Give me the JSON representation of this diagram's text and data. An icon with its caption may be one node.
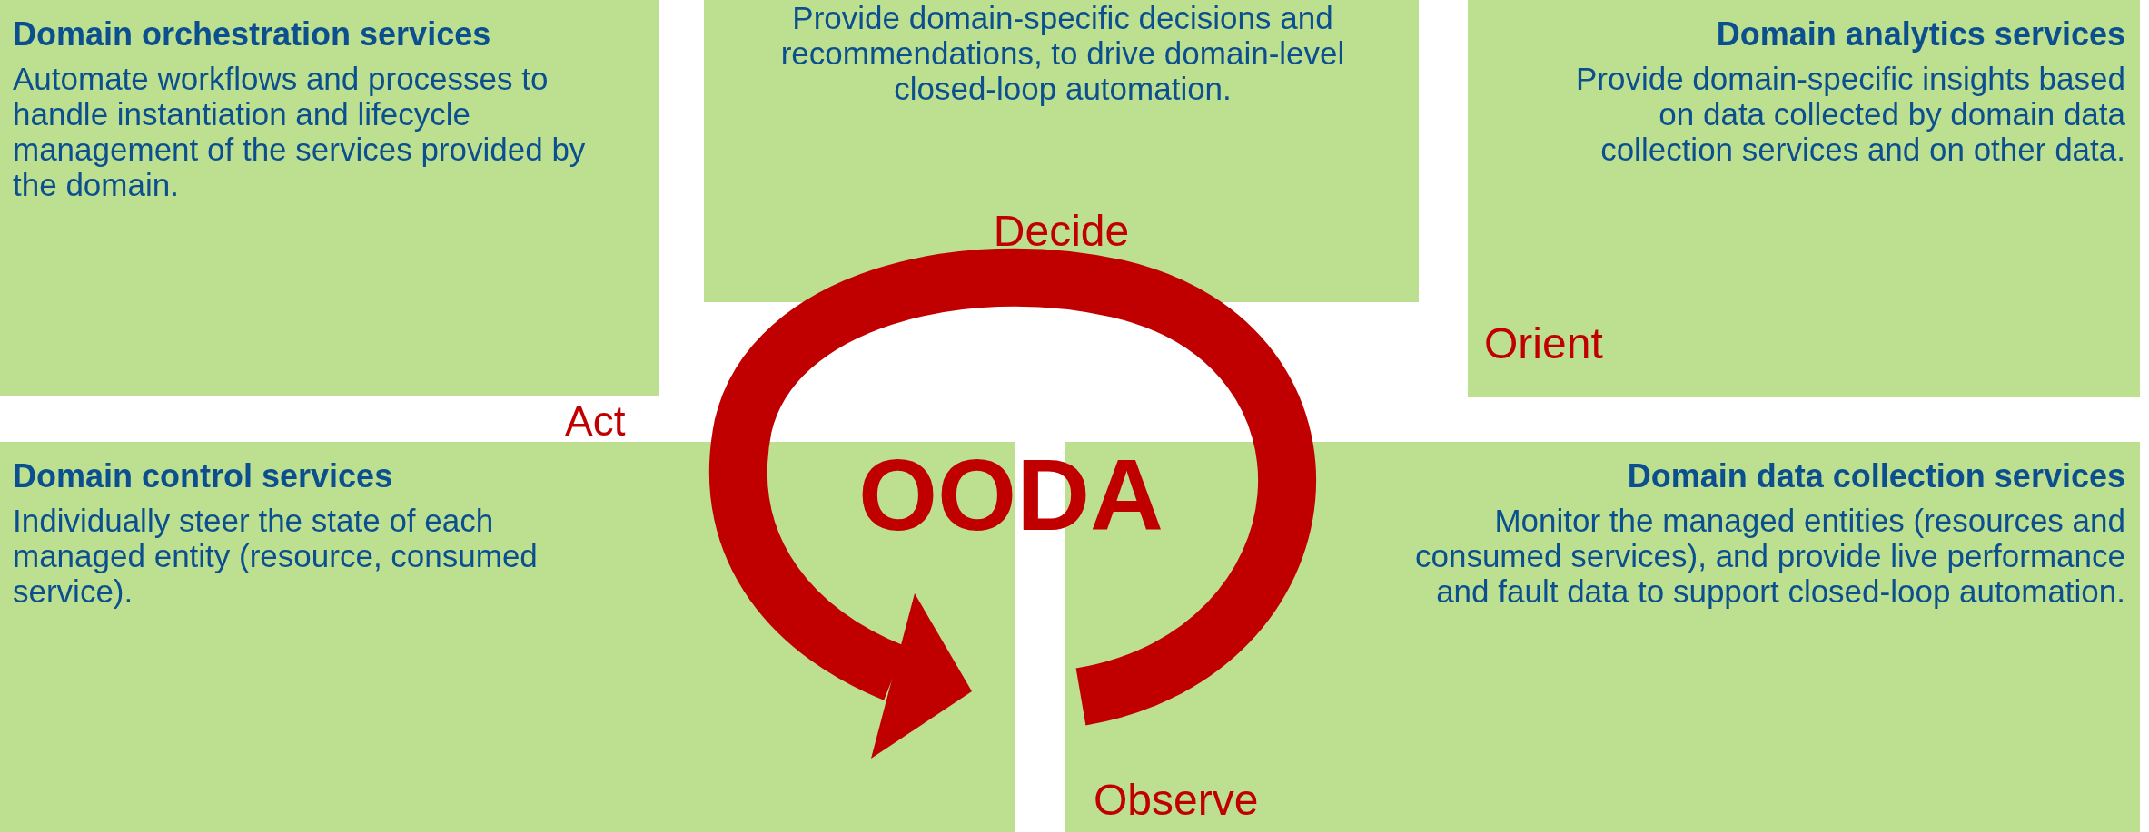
{
  "diagram": {
    "nodes": [
      {
        "text": [
          "Domain orchestration services",
          "Automate workflows and processes to handle instantiation and lifecycle management of the services provided by the domain."
        ],
        "beside": [
          "Act"
        ]
      },
      {
        "text": [
          "Provide domain-specific decisions and recommendations, to drive domain-level closed-loop automation.",
          "Decide"
        ]
      },
      {
        "text": [
          "Domain analytics services",
          "Provide domain-specific insights based on data collected by domain data collection services and on other data.",
          "Orient"
        ]
      },
      {
        "text": [
          "Domain control services",
          "Individually steer the state of each managed entity (resource, consumed service)."
        ]
      },
      {
        "text": [
          "Domain data collection services",
          "Monitor the managed entities (resources and consumed services), and provide live performance and fault data to support closed-loop automation.",
          "Observe"
        ]
      }
    ],
    "labels": [
      "OODA"
    ]
  }
}
